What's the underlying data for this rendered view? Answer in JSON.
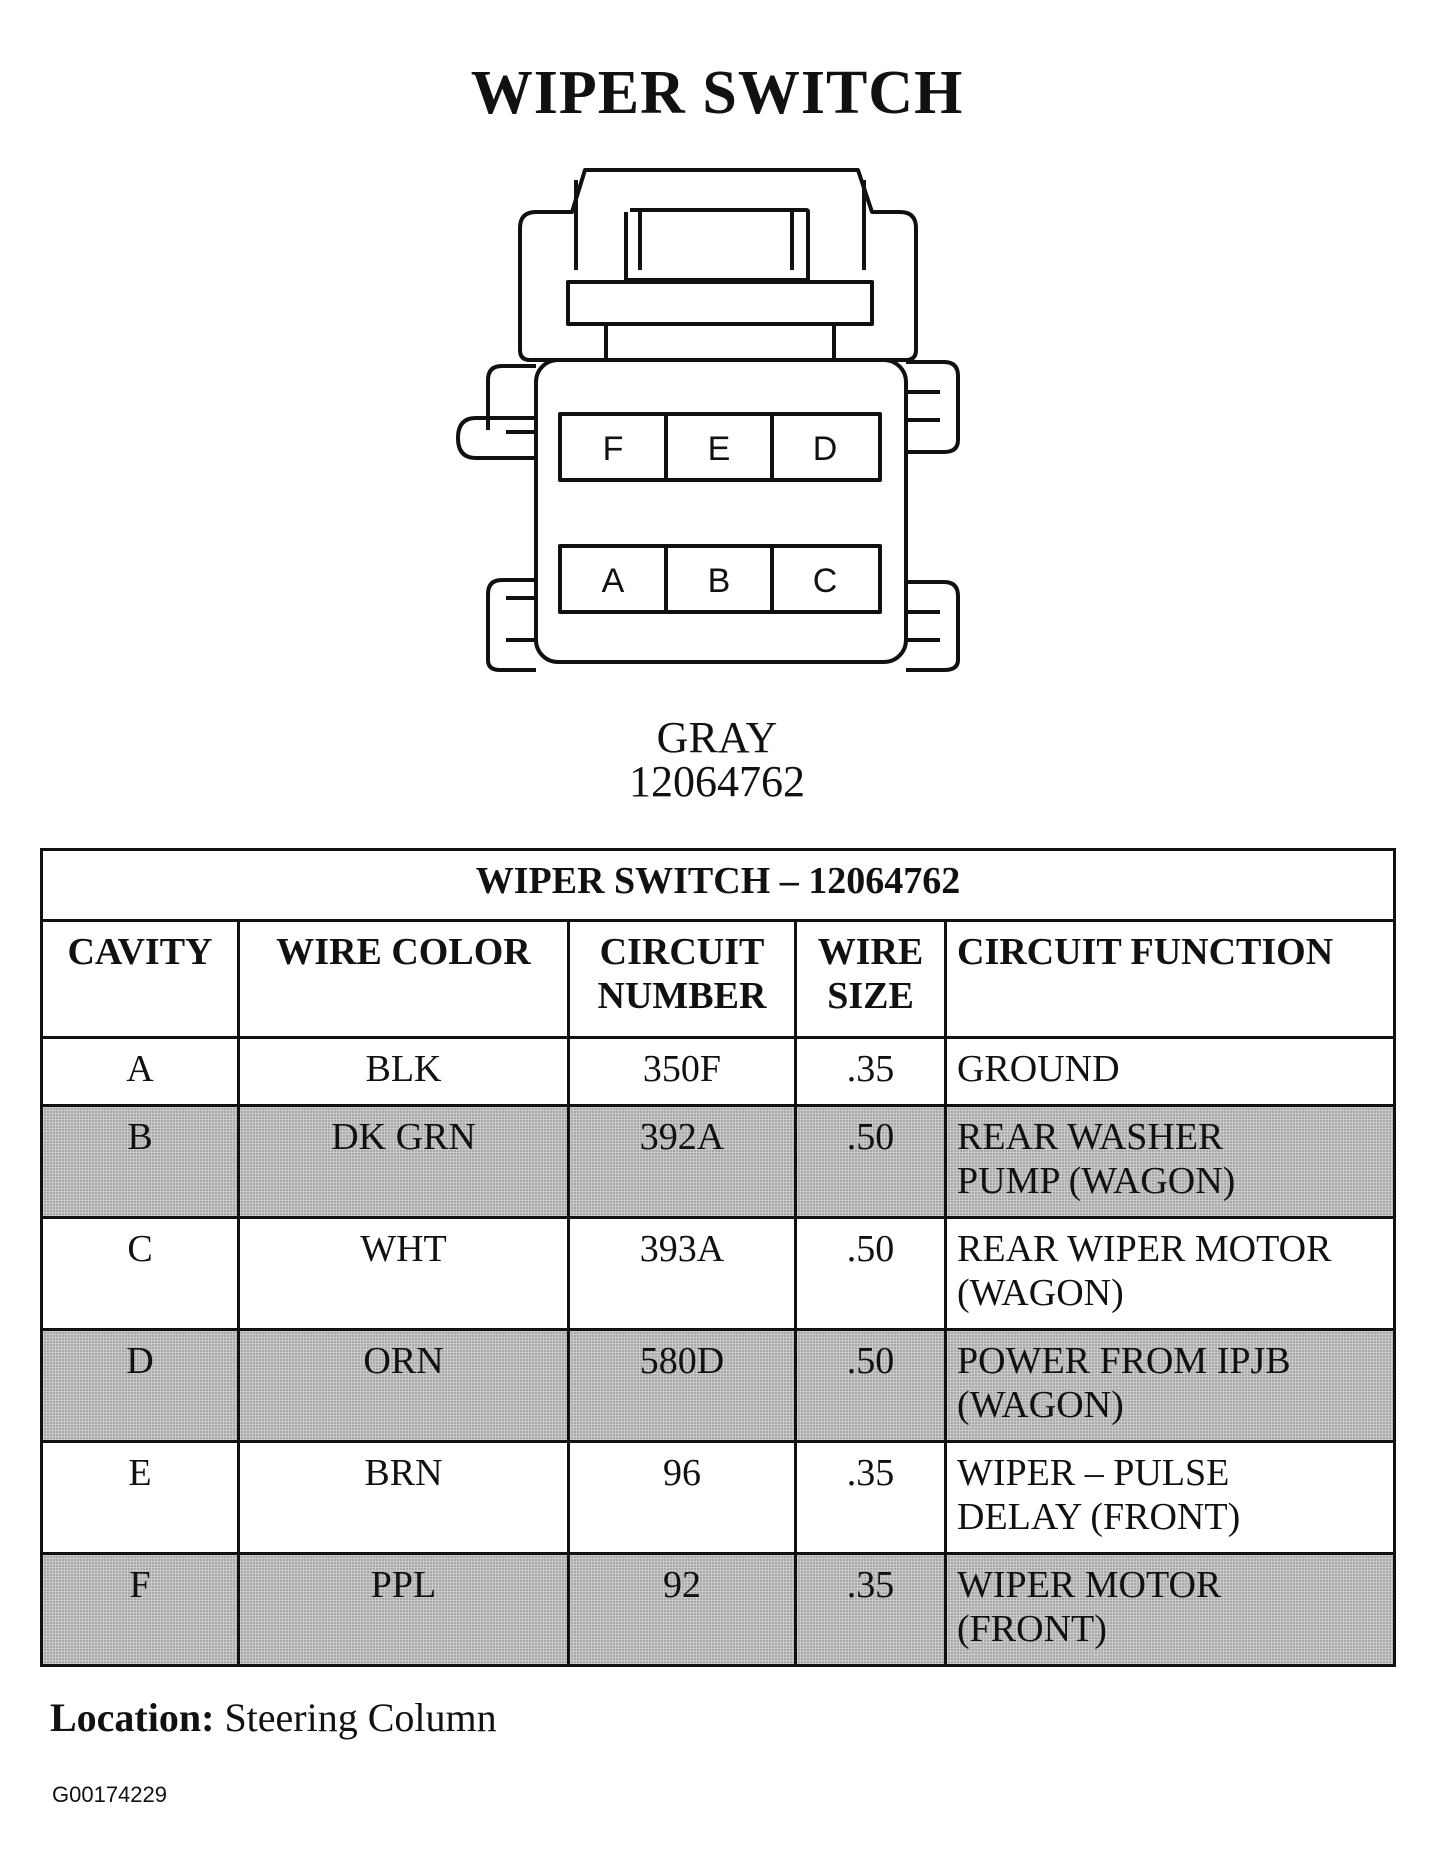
{
  "title": "WIPER SWITCH",
  "connector": {
    "top_row": [
      "F",
      "E",
      "D"
    ],
    "bottom_row": [
      "A",
      "B",
      "C"
    ],
    "color": "GRAY",
    "part_number": "12064762"
  },
  "table": {
    "caption": "WIPER SWITCH – 12064762",
    "headers": [
      "CAVITY",
      "WIRE COLOR",
      "CIRCUIT NUMBER",
      "WIRE SIZE",
      "CIRCUIT FUNCTION"
    ],
    "rows": [
      {
        "cavity": "A",
        "wire_color": "BLK",
        "circuit_number": "350F",
        "wire_size": ".35",
        "function_line1": "GROUND",
        "function_line2": ""
      },
      {
        "cavity": "B",
        "wire_color": "DK GRN",
        "circuit_number": "392A",
        "wire_size": ".50",
        "function_line1": "REAR WASHER",
        "function_line2": "PUMP (WAGON)"
      },
      {
        "cavity": "C",
        "wire_color": "WHT",
        "circuit_number": "393A",
        "wire_size": ".50",
        "function_line1": "REAR WIPER MOTOR",
        "function_line2": "(WAGON)"
      },
      {
        "cavity": "D",
        "wire_color": "ORN",
        "circuit_number": "580D",
        "wire_size": ".50",
        "function_line1": "POWER FROM IPJB",
        "function_line2": "(WAGON)"
      },
      {
        "cavity": "E",
        "wire_color": "BRN",
        "circuit_number": "96",
        "wire_size": ".35",
        "function_line1": "WIPER – PULSE",
        "function_line2": "DELAY (FRONT)"
      },
      {
        "cavity": "F",
        "wire_color": "PPL",
        "circuit_number": "92",
        "wire_size": ".35",
        "function_line1": "WIPER MOTOR",
        "function_line2": "(FRONT)"
      }
    ]
  },
  "location": {
    "label": "Location:",
    "value": "Steering Column"
  },
  "figure_code": "G00174229"
}
